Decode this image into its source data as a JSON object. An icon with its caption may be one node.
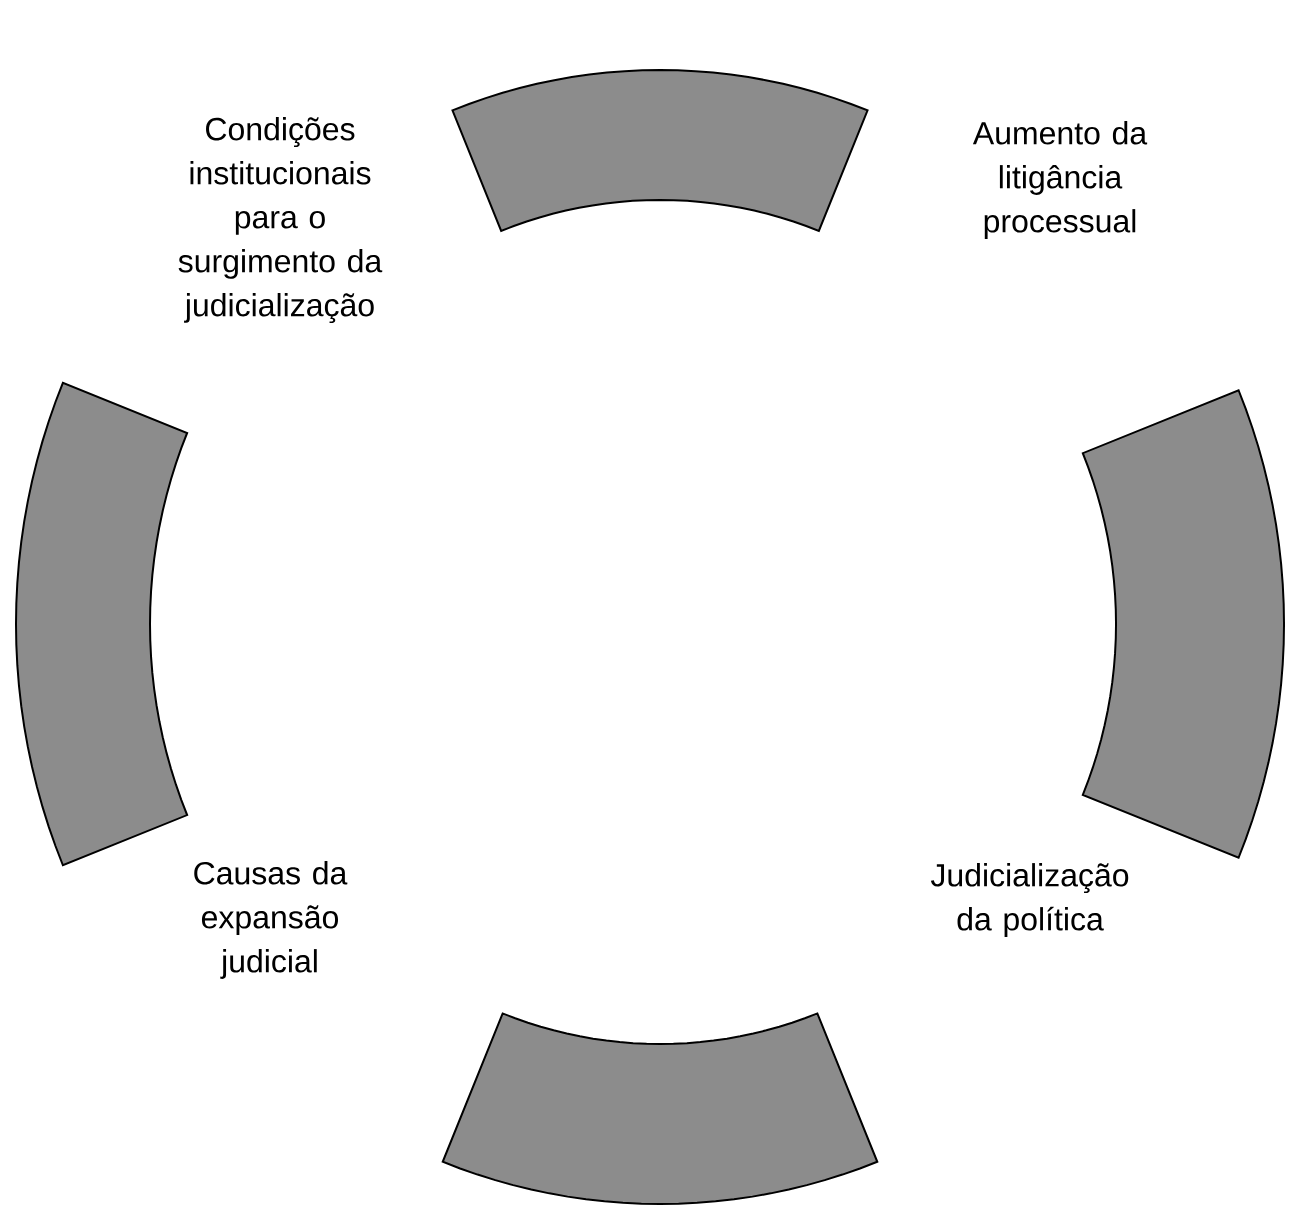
{
  "diagram": {
    "nodes": [
      {
        "text": [],
        "shape": "arc"
      },
      {
        "text": [],
        "shape": "arc"
      },
      {
        "text": [],
        "shape": "arc"
      },
      {
        "text": [],
        "shape": "arc"
      }
    ],
    "labels": [
      "Condições institucionais para o surgimento da judicialização",
      "Aumento da litigância processual",
      "Causas da expansão judicial",
      "Judicialização da política"
    ]
  }
}
